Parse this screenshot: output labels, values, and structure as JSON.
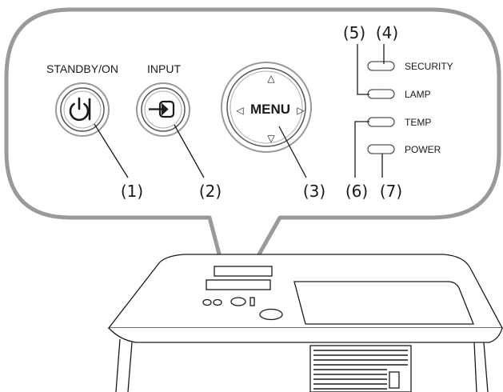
{
  "panel": {
    "buttons": [
      {
        "id": "standby",
        "label": "STANDBY/ON",
        "callout": "(1)",
        "icon": "power-icon"
      },
      {
        "id": "input",
        "label": "INPUT",
        "callout": "(2)",
        "icon": "input-arrow-icon"
      },
      {
        "id": "menu",
        "label": "MENU",
        "callout": "(3)",
        "icon": "menu-dpad-icon"
      }
    ],
    "arrows": {
      "up": "△",
      "down": "▽",
      "left": "◁",
      "right": "▷"
    },
    "indicators": [
      {
        "id": "security",
        "label": "SECURITY",
        "callout": "(4)"
      },
      {
        "id": "lamp",
        "label": "LAMP",
        "callout": "(5)"
      },
      {
        "id": "temp",
        "label": "TEMP",
        "callout": "(6)"
      },
      {
        "id": "power",
        "label": "POWER",
        "callout": "(7)"
      }
    ]
  },
  "colors": {
    "outline": "#999999",
    "stroke": "#1a1a1a",
    "fill": "#ffffff"
  }
}
